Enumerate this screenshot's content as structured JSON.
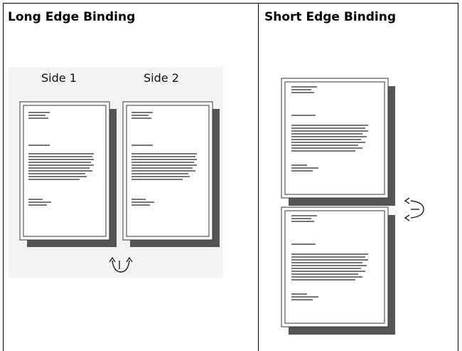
{
  "cells": {
    "long_edge_title": "Long Edge Binding",
    "short_edge_title": "Short Edge Binding"
  },
  "long_edge": {
    "side1_label": "Side 1",
    "side2_label": "Side 2",
    "rotate_icon": "flip-rotate-icon"
  },
  "short_edge": {
    "rotate_icon": "flip-rotate-icon"
  }
}
